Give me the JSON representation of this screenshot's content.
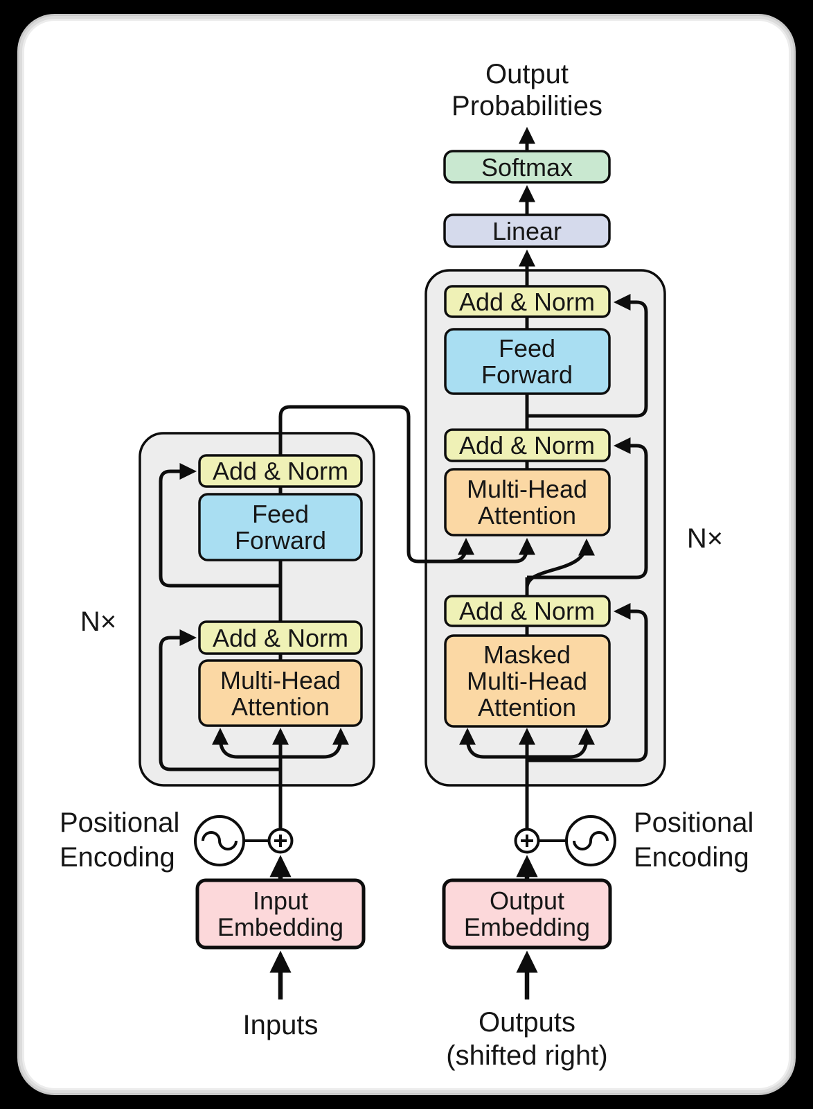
{
  "colors": {
    "softmax_green": "#c9e8d0",
    "linear_lavender": "#d5daec",
    "addnorm_yellow": "#eff1b6",
    "ff_blue": "#a9def2",
    "attention_orange": "#fbd8a4",
    "embedding_pink": "#fcd8da",
    "stack_gray": "#ededed",
    "line_black": "#0d0d0d",
    "card_white": "#ffffff",
    "outside_black": "#000000"
  },
  "top": {
    "title_line1": "Output",
    "title_line2": "Probabilities",
    "softmax": "Softmax",
    "linear": "Linear"
  },
  "blocks": {
    "add_norm": "Add & Norm",
    "ff_line1": "Feed",
    "ff_line2": "Forward",
    "mha_line1": "Multi-Head",
    "mha_line2": "Attention",
    "masked_line1": "Masked",
    "masked_line2": "Multi-Head",
    "masked_line3": "Attention",
    "input_emb_line1": "Input",
    "input_emb_line2": "Embedding",
    "output_emb_line1": "Output",
    "output_emb_line2": "Embedding"
  },
  "labels": {
    "n_left": "N×",
    "n_right": "N×",
    "pos_left_line1": "Positional",
    "pos_left_line2": "Encoding",
    "pos_right_line1": "Positional",
    "pos_right_line2": "Encoding",
    "inputs": "Inputs",
    "outputs_line1": "Outputs",
    "outputs_line2": "(shifted right)"
  }
}
